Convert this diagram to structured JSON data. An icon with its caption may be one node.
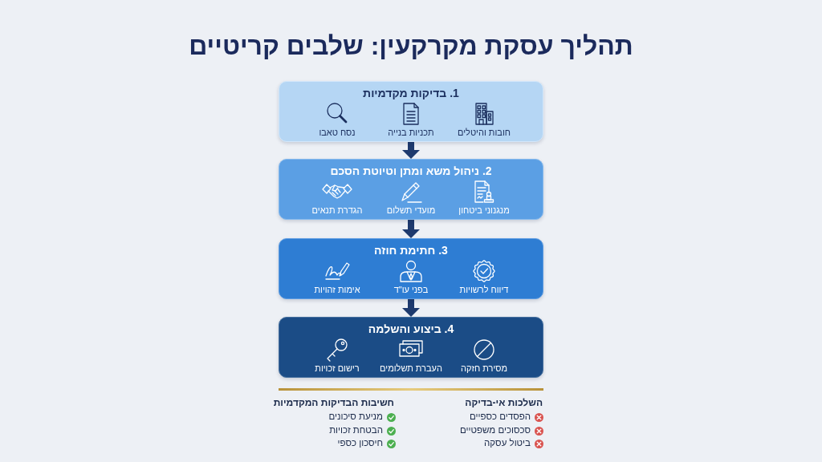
{
  "diagram": {
    "title": "תהליך עסקת מקרקעין: שלבים קריטיים",
    "nodes": [
      {
        "text": [
          "1. בדיקות מקדמיות",
          "חובות והיטלים",
          "תכניות בנייה",
          "נסח טאבו"
        ]
      },
      {
        "text": [
          "2. ניהול משא ומתן וטיוטת הסכם",
          "מנגנוני ביטחון",
          "מועדי תשלום",
          "הגדרת תנאים"
        ]
      },
      {
        "text": [
          "3. חתימת חוזה",
          "דיווח לרשויות",
          "בפני עו\"ד",
          "אימות זהויות"
        ]
      },
      {
        "text": [
          "4. ביצוע והשלמה",
          "מסירת חזקה",
          "העברת תשלומים",
          "רישום זכויות"
        ]
      }
    ],
    "edges": [
      {
        "from": 0,
        "to": 1,
        "arrow": "to"
      },
      {
        "from": 1,
        "to": 2,
        "arrow": "to"
      },
      {
        "from": 2,
        "to": 3,
        "arrow": "to"
      }
    ],
    "labels": [
      "השלכות אי-בדיקה",
      "הפסדים כספיים",
      "סכסוכים משפטיים",
      "ביטול עסקה",
      "חשיבות הבדיקות המקדמיות",
      "מניעת סיכונים",
      "הבטחת זכויות",
      "חיסכון כספי"
    ]
  }
}
